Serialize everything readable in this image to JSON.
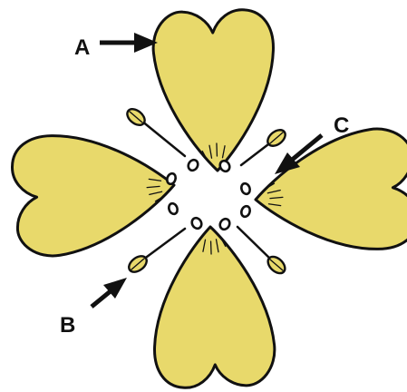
{
  "diagram": {
    "colors": {
      "petal_fill": "#e8d96b",
      "outline": "#111111",
      "background": "#ffffff"
    },
    "labels": {
      "a": "A",
      "b": "B",
      "c": "C"
    }
  }
}
